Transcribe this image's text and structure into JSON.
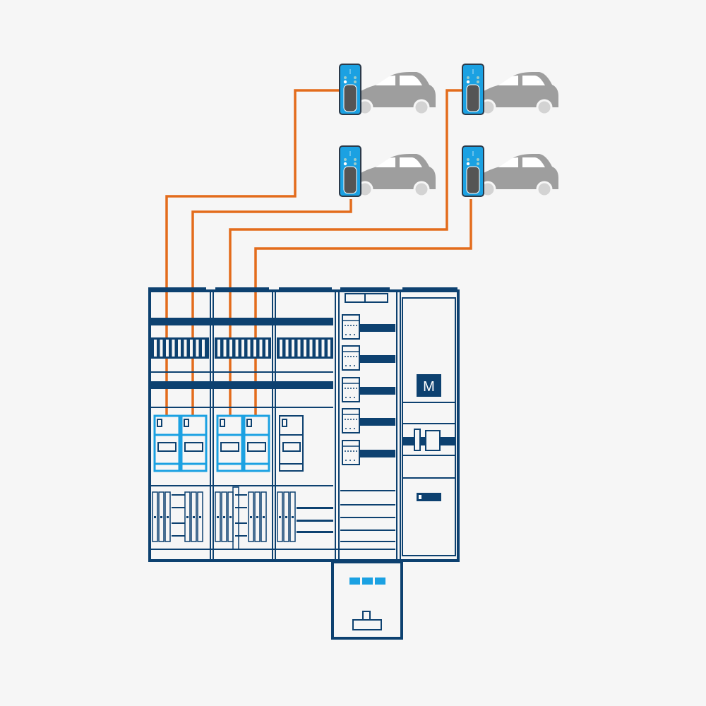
{
  "diagram": {
    "motor_label": "M",
    "colors": {
      "cabinet": "#0d4170",
      "wire": "#e36c1c",
      "charger": "#1ba1e2",
      "car": "#9e9e9e",
      "background": "#f6f6f6"
    },
    "charging_stations": [
      {
        "id": "station-top-left"
      },
      {
        "id": "station-bottom-left"
      },
      {
        "id": "station-top-right"
      },
      {
        "id": "station-bottom-right"
      }
    ],
    "indicator_lights": 3
  }
}
